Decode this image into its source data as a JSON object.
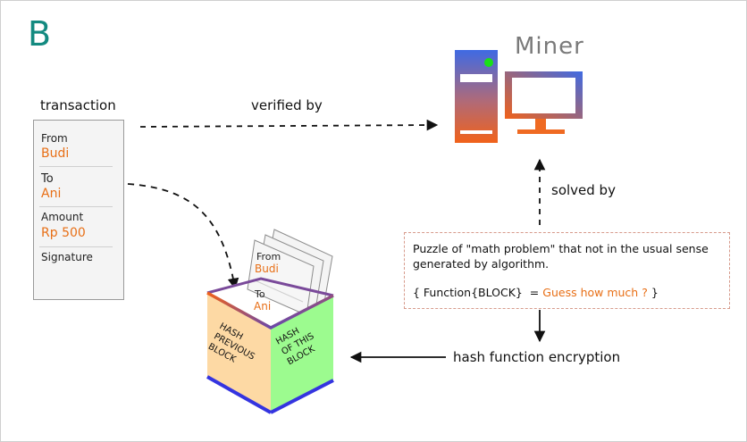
{
  "panel_letter": "B",
  "transaction": {
    "title": "transaction",
    "from_label": "From",
    "from_value": "Budi",
    "to_label": "To",
    "to_value": "Ani",
    "amount_label": "Amount",
    "amount_value": "Rp 500",
    "signature_label": "Signature"
  },
  "miner": {
    "label": "Miner"
  },
  "edges": {
    "verified": "verified by",
    "solved": "solved by",
    "hash_encryption": "hash function encryption"
  },
  "puzzle": {
    "text": "Puzzle of \"math problem\" that not in the usual sense generated by algorithm.",
    "formula_prefix": "{ Function{BLOCK}  = ",
    "formula_answer": "Guess how much ?",
    "formula_suffix": " }"
  },
  "block": {
    "left_face": [
      "HASH",
      "PREVIOUS",
      "BLOCK"
    ],
    "right_face": [
      "HASH",
      "OF THIS",
      "BLOCK"
    ],
    "paper_from_label": "From",
    "paper_from_value": "Budi",
    "paper_to_label": "To",
    "paper_to_value": "Ani"
  },
  "colors": {
    "accent_orange": "#e86f16",
    "teal_letter": "#138a80",
    "cube_left_face": "#fdd9a4",
    "cube_right_face": "#9cfb8f",
    "miner_gradient_top": "#3f6ae3",
    "miner_gradient_bottom": "#f1621a",
    "power_led": "#19e019"
  }
}
